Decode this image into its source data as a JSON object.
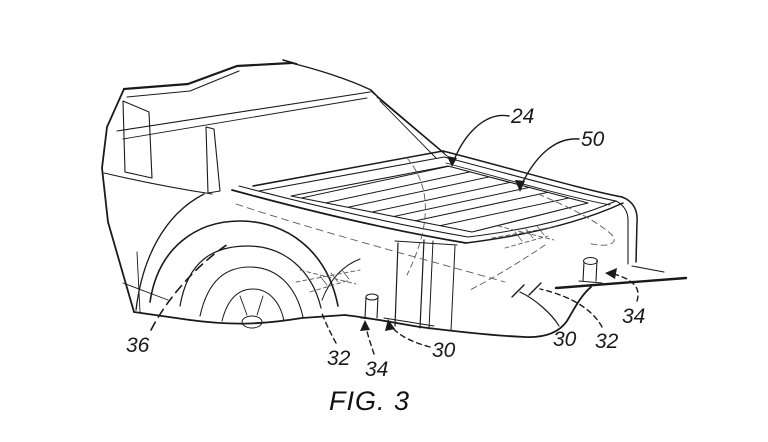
{
  "figure": {
    "caption": "FIG. 3",
    "reference_labels": {
      "r24": "24",
      "r50": "50",
      "r36": "36",
      "r32_left": "32",
      "r34_left": "34",
      "r30_left": "30",
      "r30_right": "30",
      "r32_right": "32",
      "r34_right": "34"
    },
    "colors": {
      "ink": "#1a1a1a",
      "hidden_line": "#5a5a5a",
      "background": "#ffffff"
    }
  }
}
